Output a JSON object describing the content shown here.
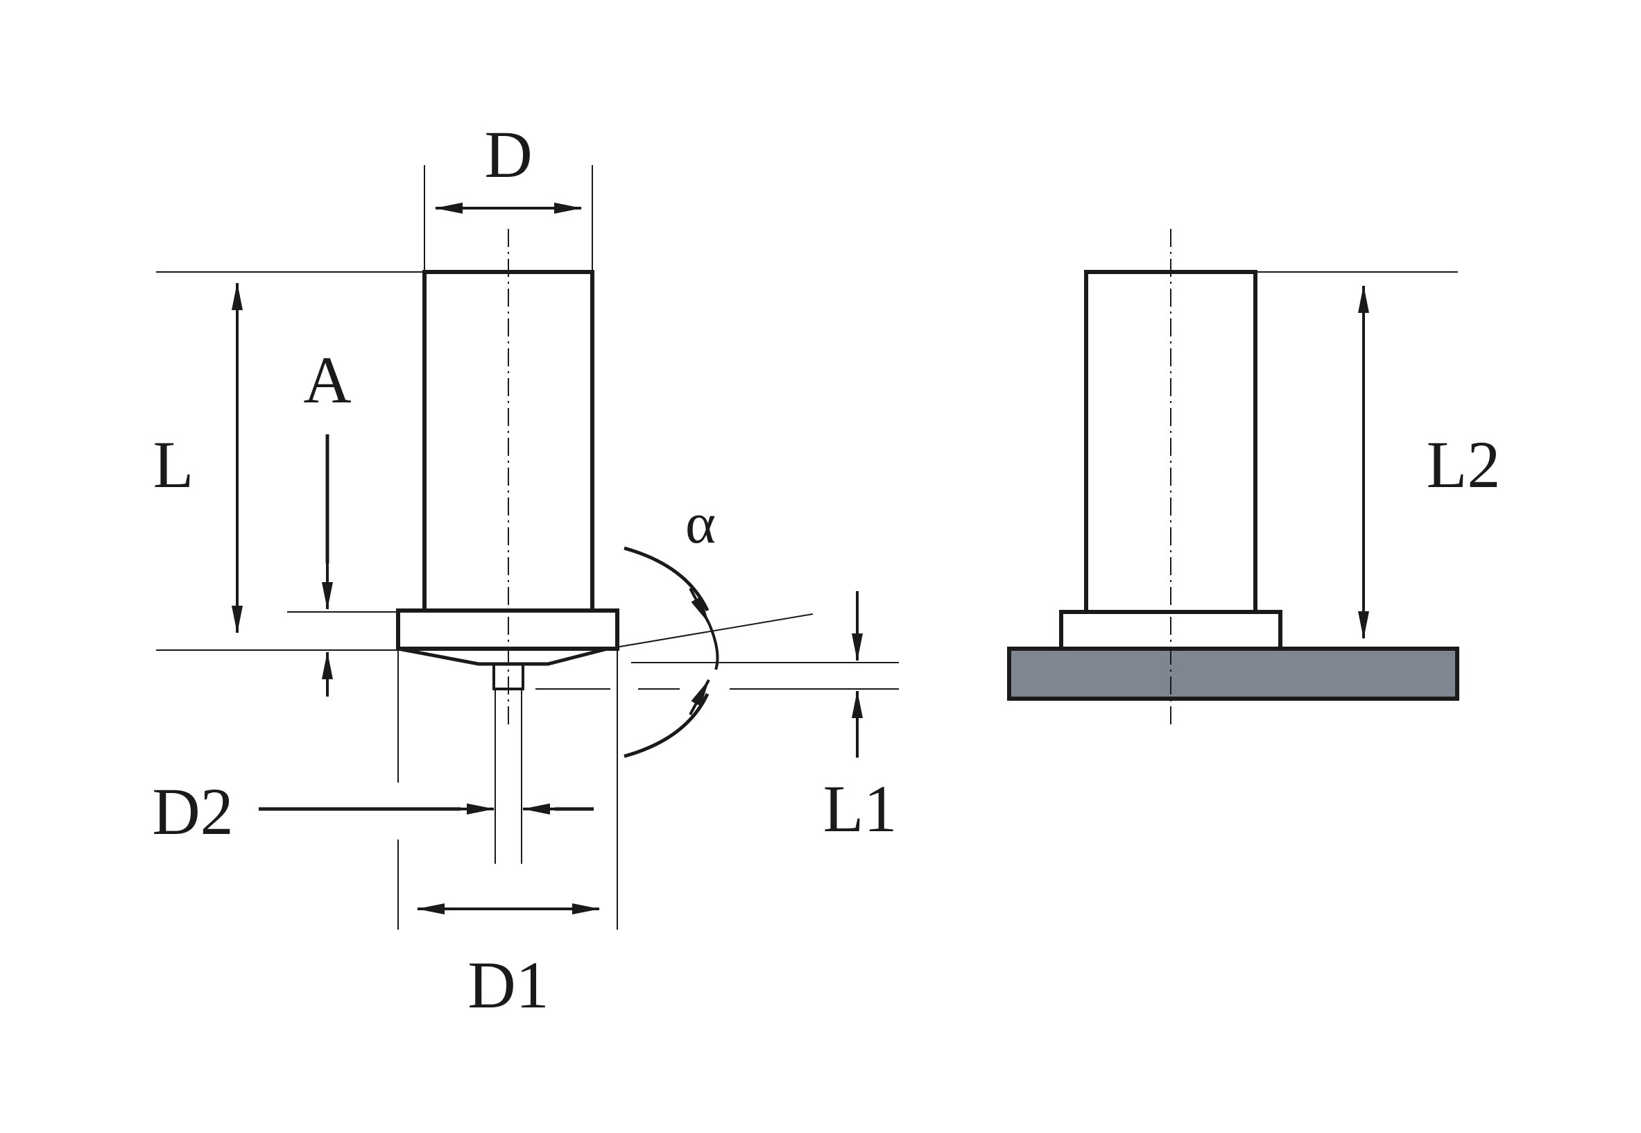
{
  "diagram": {
    "labels": {
      "D": "D",
      "L": "L",
      "A": "A",
      "alpha": "α",
      "D2": "D2",
      "L1": "L1",
      "D1": "D1",
      "L2": "L2"
    },
    "colors": {
      "line": "#1a1a1a",
      "base_plate_fill": "#7f8691",
      "background": "#ffffff"
    }
  }
}
